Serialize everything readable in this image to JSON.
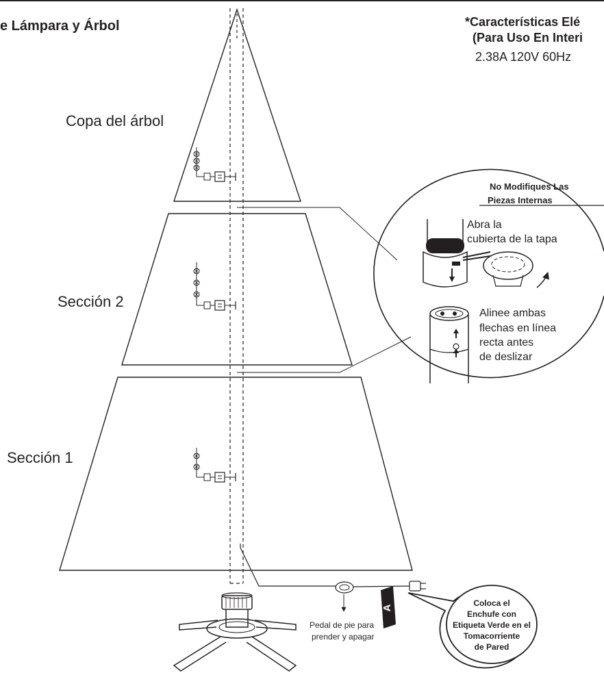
{
  "header": {
    "title": "e Lámpara y Árbol",
    "specs_title_line1": "*Características Elé",
    "specs_title_line2": "(Para Uso En Interi",
    "specs_value": "2.38A 120V 60Hz"
  },
  "sections": {
    "top": "Copa del árbol",
    "middle": "Sección 2",
    "bottom": "Sección 1"
  },
  "detail": {
    "warning_line1": "No Modifiques Las",
    "warning_line2": "Piezas Internas",
    "step1_line1": "Abra la",
    "step1_line2": "cubierta de la tapa",
    "step2_line1": "Alinee ambas",
    "step2_line2": "flechas en línea",
    "step2_line3": "recta antes",
    "step2_line4": "de deslizar"
  },
  "cord": {
    "pedal_line1": "Pedal de pie para",
    "pedal_line2": "prender y apagar",
    "tag_letter": "A",
    "plug_note_line1": "Coloca el",
    "plug_note_line2": "Enchufe con",
    "plug_note_line3": "Etiqueta Verde en el",
    "plug_note_line4": "Tomacorriente",
    "plug_note_line5": "de Pared"
  }
}
